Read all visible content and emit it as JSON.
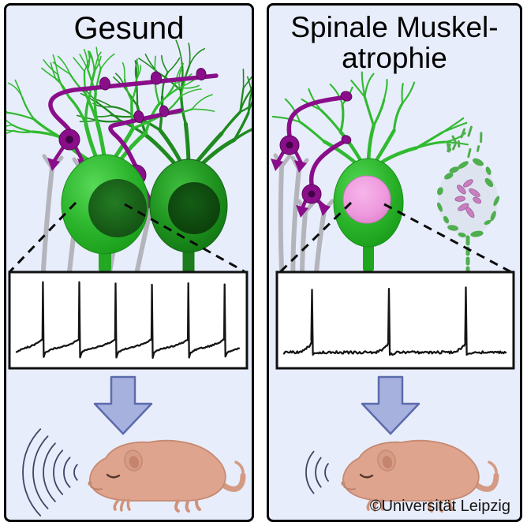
{
  "panels": {
    "healthy": {
      "title": "Gesund",
      "trace_spike_count": 6,
      "trace_style": "ramp",
      "sound_wave_count": 6
    },
    "sma": {
      "title_lines": [
        "Spinale Muskel-",
        "atrophie"
      ],
      "trace_spike_count": 3,
      "trace_style": "flat",
      "sound_wave_count": 3
    }
  },
  "credit": "©Universität Leipzig",
  "colors": {
    "panel_bg": "#e8edfb",
    "panel_border": "#000000",
    "neuron_green_bright": "#31ba31",
    "neuron_green_dark": "#1f8a1f",
    "nucleus_pink": "#efa0e0",
    "synapse_purple": "#8a0e8a",
    "spindle_gray": "#b4b4bc",
    "degenerate_green": "#4fae4f",
    "degenerate_pink": "#c77fc0",
    "trace_ink": "#151515",
    "arrow_fill": "#a7b1de",
    "arrow_border": "#5d6bac",
    "mouse_body": "#dfa48e",
    "mouse_outline": "#c58a72",
    "sound_wave": "#3d4563"
  }
}
